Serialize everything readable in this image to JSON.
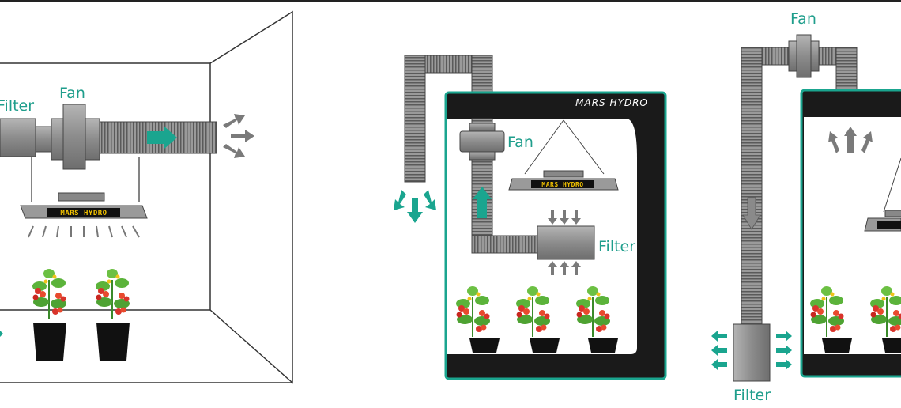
{
  "labels": {
    "panel1": {
      "filter": "Filter",
      "fan": "Fan"
    },
    "panel2": {
      "fan": "Fan",
      "filter": "Filter",
      "tent_brand": "MARS HYDRO"
    },
    "panel3": {
      "fan": "Fan",
      "filter": "Filter"
    }
  },
  "brand": {
    "lamp": "MARS HYDRO"
  },
  "colors": {
    "accent": "#1aa58f",
    "duct": "#8a8a8a",
    "tent_frame": "#1a1a1a",
    "tent_border": "#1aa58f"
  }
}
